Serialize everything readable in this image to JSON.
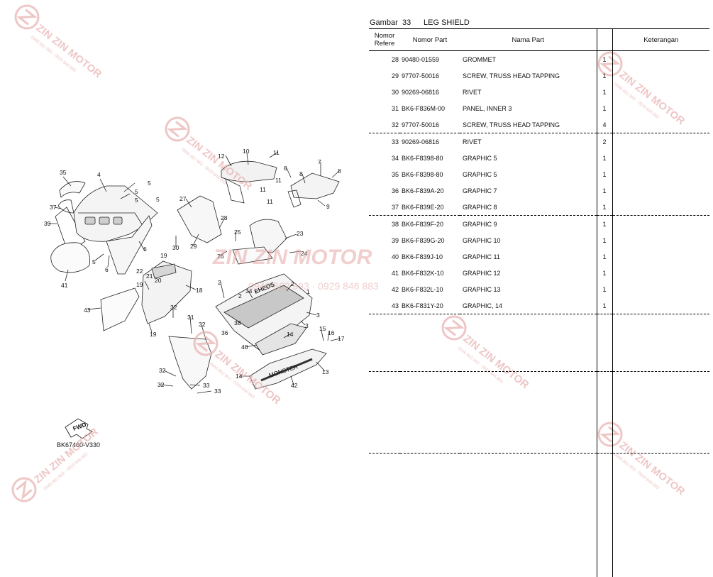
{
  "figure": {
    "label": "Gambar",
    "number": "33",
    "title": "LEG SHIELD"
  },
  "table": {
    "headers": {
      "ref": "Nomor Refere",
      "part_number": "Nomor Part",
      "part_name": "Nama Part",
      "qty": "",
      "remarks": "Keterangan"
    },
    "rows": [
      {
        "ref": "28",
        "part_number": "90480-01559",
        "part_name": "GROMMET",
        "qty": "1",
        "remarks": ""
      },
      {
        "ref": "29",
        "part_number": "97707-50016",
        "part_name": "SCREW, TRUSS HEAD TAPPING",
        "qty": "1",
        "remarks": ""
      },
      {
        "ref": "30",
        "part_number": "90269-06816",
        "part_name": "RIVET",
        "qty": "1",
        "remarks": ""
      },
      {
        "ref": "31",
        "part_number": "BK6-F836M-00",
        "part_name": "PANEL, INNER 3",
        "qty": "1",
        "remarks": ""
      },
      {
        "ref": "32",
        "part_number": "97707-50016",
        "part_name": "SCREW, TRUSS HEAD TAPPING",
        "qty": "4",
        "remarks": ""
      },
      {
        "ref": "33",
        "part_number": "90269-06816",
        "part_name": "RIVET",
        "qty": "2",
        "remarks": ""
      },
      {
        "ref": "34",
        "part_number": "BK6-F8398-80",
        "part_name": "GRAPHIC 5",
        "qty": "1",
        "remarks": ""
      },
      {
        "ref": "35",
        "part_number": "BK6-F8398-80",
        "part_name": "GRAPHIC 5",
        "qty": "1",
        "remarks": ""
      },
      {
        "ref": "36",
        "part_number": "BK6-F839A-20",
        "part_name": "GRAPHIC 7",
        "qty": "1",
        "remarks": ""
      },
      {
        "ref": "37",
        "part_number": "BK6-F839E-20",
        "part_name": "GRAPHIC 8",
        "qty": "1",
        "remarks": ""
      },
      {
        "ref": "38",
        "part_number": "BK6-F839F-20",
        "part_name": "GRAPHIC 9",
        "qty": "1",
        "remarks": ""
      },
      {
        "ref": "39",
        "part_number": "BK6-F839G-20",
        "part_name": "GRAPHIC 10",
        "qty": "1",
        "remarks": ""
      },
      {
        "ref": "40",
        "part_number": "BK6-F839J-10",
        "part_name": "GRAPHIC 11",
        "qty": "1",
        "remarks": ""
      },
      {
        "ref": "41",
        "part_number": "BK6-F832K-10",
        "part_name": "GRAPHIC 12",
        "qty": "1",
        "remarks": ""
      },
      {
        "ref": "42",
        "part_number": "BK6-F832L-10",
        "part_name": "GRAPHIC 13",
        "qty": "1",
        "remarks": ""
      },
      {
        "ref": "43",
        "part_number": "BK6-F831Y-20",
        "part_name": "GRAPHIC, 14",
        "qty": "1",
        "remarks": ""
      }
    ]
  },
  "diagram": {
    "drawing_code": "BK67460-V330",
    "fwd_label": "FWD",
    "decal_texts": [
      "EHEOS",
      "MONSTER"
    ],
    "callouts": [
      "35",
      "4",
      "5",
      "5",
      "5",
      "5",
      "37",
      "39",
      "41",
      "6",
      "6",
      "5",
      "19",
      "21",
      "22",
      "20",
      "19",
      "18",
      "43",
      "19",
      "32",
      "31",
      "32",
      "36",
      "32",
      "32",
      "33",
      "33",
      "27",
      "28",
      "30",
      "29",
      "12",
      "10",
      "11",
      "11",
      "11",
      "11",
      "8",
      "8",
      "8",
      "7",
      "9",
      "25",
      "26",
      "24",
      "23",
      "2",
      "34",
      "2",
      "2",
      "1",
      "3",
      "38",
      "3",
      "14",
      "15",
      "16",
      "17",
      "14",
      "40",
      "13",
      "42"
    ]
  },
  "watermark": {
    "brand": "ZIN ZIN MOTOR",
    "phone": "0946 862 993 · 0929 846 883",
    "color": "#e8b3b3"
  }
}
